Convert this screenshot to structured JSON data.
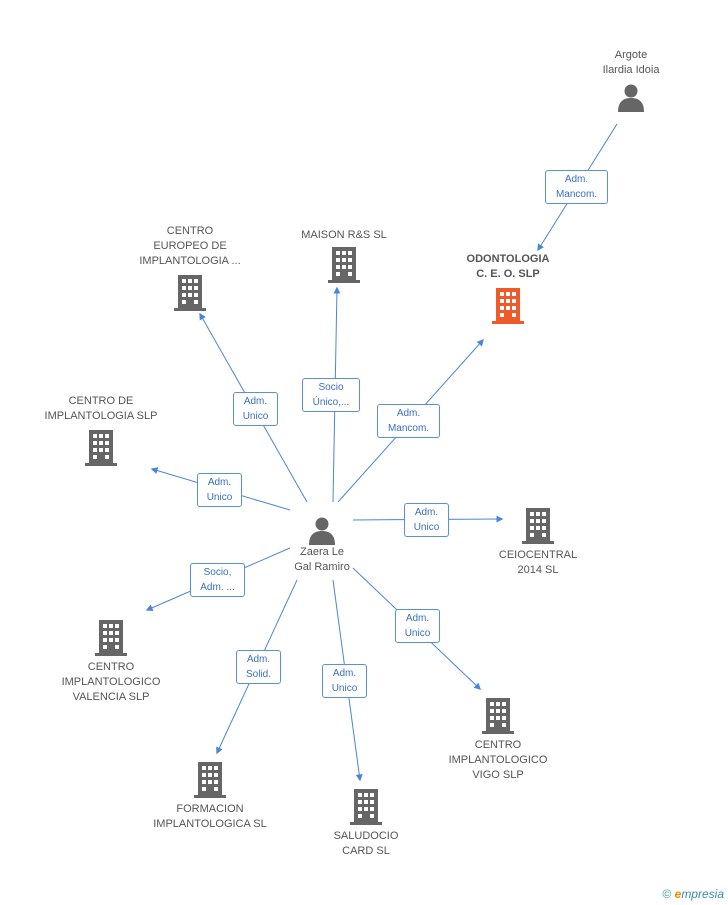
{
  "center": {
    "name": "Zaera Le\nGal Ramiro",
    "icon": "person-icon"
  },
  "nodes": [
    {
      "id": "argote",
      "label": "Argote\nIlardia Idoia",
      "icon": "person-icon",
      "color": "#666666"
    },
    {
      "id": "odontologia",
      "label": "ODONTOLOGIA\nC. E. O. SLP",
      "icon": "building-icon",
      "color": "#f05a28"
    },
    {
      "id": "maison",
      "label": "MAISON R&S SL",
      "icon": "building-icon",
      "color": "#666666"
    },
    {
      "id": "cei-europeo",
      "label": "CENTRO\nEUROPEO DE\nIMPLANTOLOGIA ...",
      "icon": "building-icon",
      "color": "#666666"
    },
    {
      "id": "cei-slp",
      "label": "CENTRO DE\nIMPLANTOLOGIA SLP",
      "icon": "building-icon",
      "color": "#666666"
    },
    {
      "id": "ceiocentral",
      "label": "CEIOCENTRAL\n2014  SL",
      "icon": "building-icon",
      "color": "#666666"
    },
    {
      "id": "valencia",
      "label": "CENTRO\nIMPLANTOLOGICO\nVALENCIA  SLP",
      "icon": "building-icon",
      "color": "#666666"
    },
    {
      "id": "vigo",
      "label": "CENTRO\nIMPLANTOLOGICO\nVIGO SLP",
      "icon": "building-icon",
      "color": "#666666"
    },
    {
      "id": "formacion",
      "label": "FORMACION\nIMPLANTOLOGICA SL",
      "icon": "building-icon",
      "color": "#666666"
    },
    {
      "id": "saludocio",
      "label": "SALUDOCIO\nCARD  SL",
      "icon": "building-icon",
      "color": "#666666"
    }
  ],
  "edges": [
    {
      "label": "Adm.\nMancom."
    },
    {
      "label": "Adm.\nMancom."
    },
    {
      "label": "Socio\nÚnico,..."
    },
    {
      "label": "Adm.\nUnico"
    },
    {
      "label": "Adm.\nUnico"
    },
    {
      "label": "Adm.\nUnico"
    },
    {
      "label": "Socio,\nAdm. ..."
    },
    {
      "label": "Adm.\nUnico"
    },
    {
      "label": "Adm.\nSolid."
    },
    {
      "label": "Adm.\nUnico"
    }
  ],
  "colors": {
    "edge": "#4a86d8",
    "icon": "#666666",
    "focus": "#f05a28"
  },
  "footer": {
    "copyright": "©",
    "brand_first": "e",
    "brand_rest": "mpresia"
  }
}
